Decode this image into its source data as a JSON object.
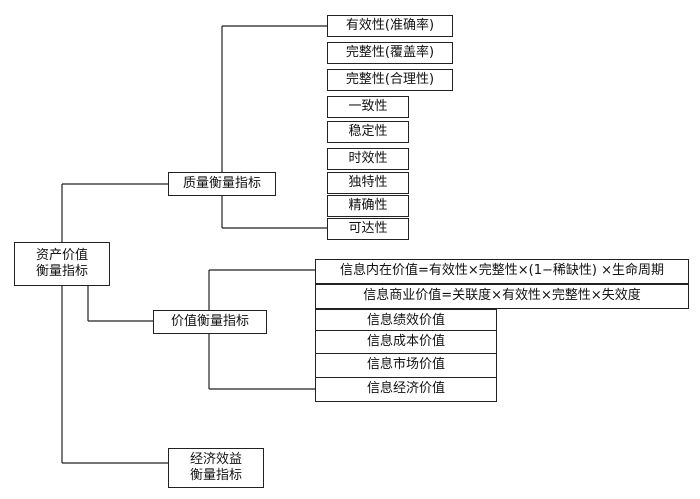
{
  "root": {
    "line1": "资产价值",
    "line2": "衡量指标"
  },
  "quality": {
    "label": "质量衡量指标",
    "items": [
      "有效性(准确率)",
      "完整性(覆盖率)",
      "完整性(合理性)",
      "一致性",
      "稳定性",
      "时效性",
      "独特性",
      "精确性",
      "可达性"
    ]
  },
  "value": {
    "label": "价值衡量指标",
    "items": [
      "信息内在价值=有效性×完整性×(1−稀缺性) ×生命周期",
      "信息商业价值=关联度×有效性×完整性×失效度",
      "信息绩效价值",
      "信息成本价值",
      "信息市场价值",
      "信息经济价值"
    ]
  },
  "economic": {
    "line1": "经济效益",
    "line2": "衡量指标"
  }
}
